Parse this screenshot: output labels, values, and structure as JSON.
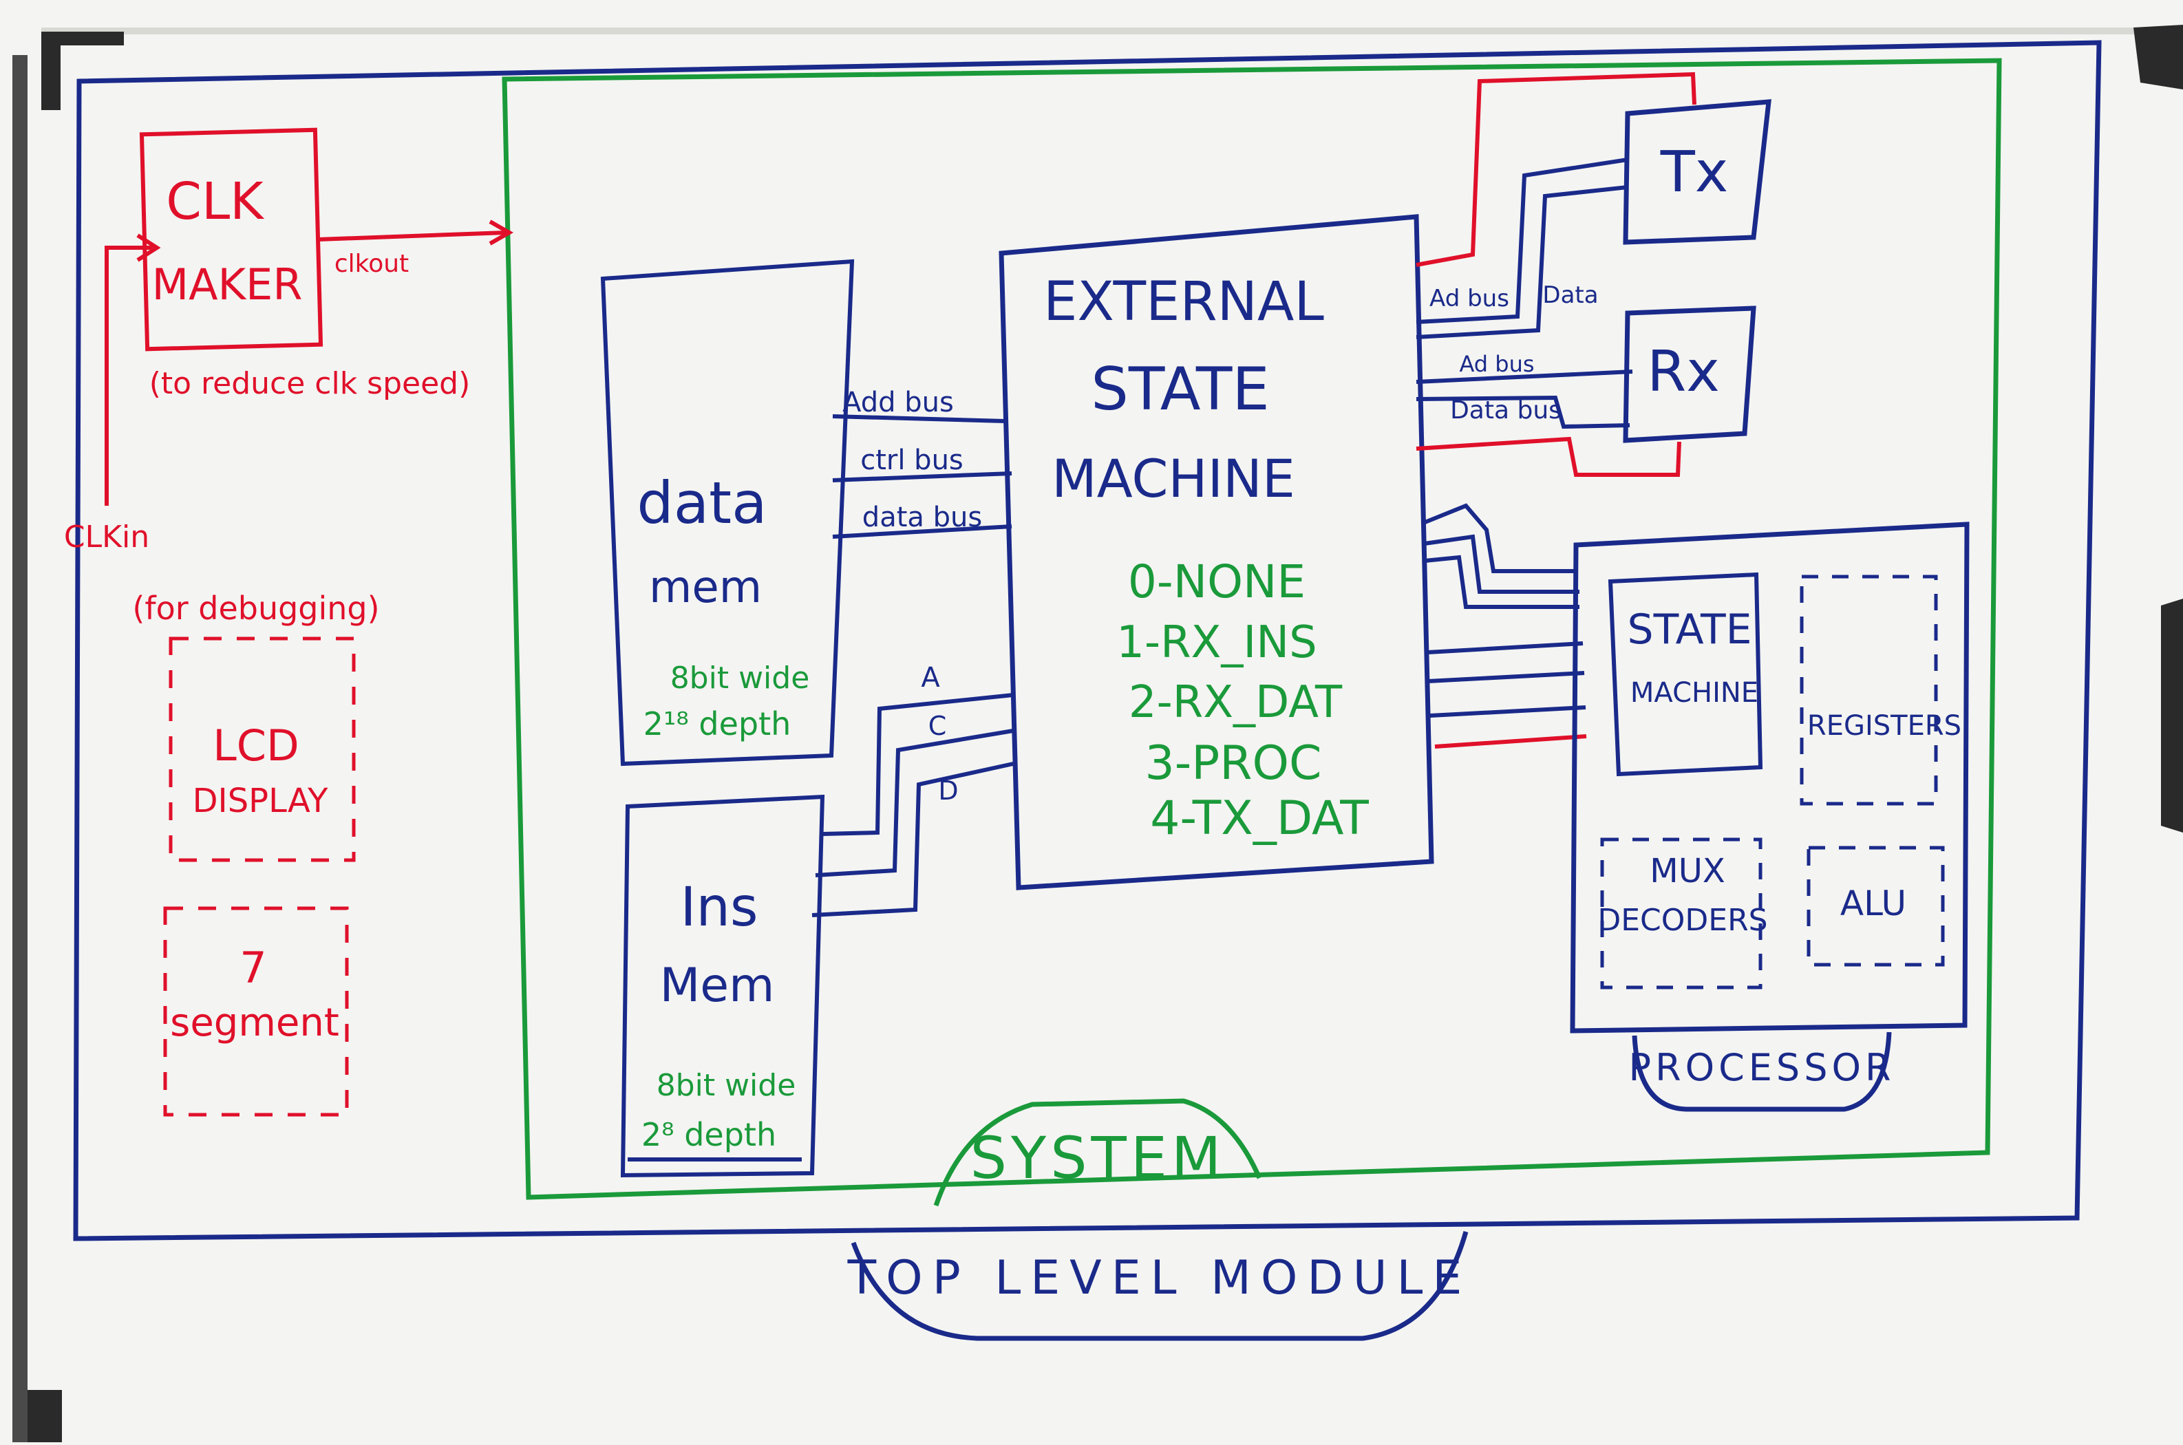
{
  "colors": {
    "board": "#f4f4f2",
    "frame": "#4a4a4a",
    "blue": "#1a2a8a",
    "green": "#1a9a3a",
    "red": "#e0102a",
    "dark_blue": "#0f1f6e"
  },
  "top_module": {
    "title": "TOP LEVEL MODULE"
  },
  "system": {
    "title": "SYSTEM"
  },
  "clk_maker": {
    "line1": "CLK",
    "line2": "MAKER",
    "out_label": "clkout",
    "note": "(to reduce clk speed)",
    "in_label": "CLKin"
  },
  "debug": {
    "note": "(for debugging)",
    "lcd_line1": "LCD",
    "lcd_line2": "DISPLAY",
    "seg_line1": "7",
    "seg_line2": "segment"
  },
  "data_mem": {
    "line1": "data",
    "line2": "mem",
    "spec1": "8bit wide",
    "spec2": "2¹⁸ depth",
    "bus1": "Add bus",
    "bus2": "ctrl bus",
    "bus3": "data bus"
  },
  "ins_mem": {
    "line1": "Ins",
    "line2": "Mem",
    "spec1": "8bit wide",
    "spec2": "2⁸ depth",
    "bus_a": "A",
    "bus_c": "C",
    "bus_d": "D"
  },
  "esm": {
    "line1": "EXTERNAL",
    "line2": "STATE",
    "line3": "MACHINE",
    "states": [
      "0-NONE",
      "1-RX_INS",
      "2-RX_DAT",
      "3-PROC",
      "4-TX_DAT"
    ]
  },
  "tx": {
    "label": "Tx",
    "bus1": "Ad bus",
    "bus2": "Data"
  },
  "rx": {
    "label": "Rx",
    "bus1": "Ad bus",
    "bus2": "Data bus"
  },
  "processor": {
    "title": "PROCESSOR",
    "sm_line1": "STATE",
    "sm_line2": "MACHINE",
    "registers": "REGISTERS",
    "mux_line1": "MUX",
    "mux_line2": "DECODERS",
    "alu": "ALU"
  }
}
